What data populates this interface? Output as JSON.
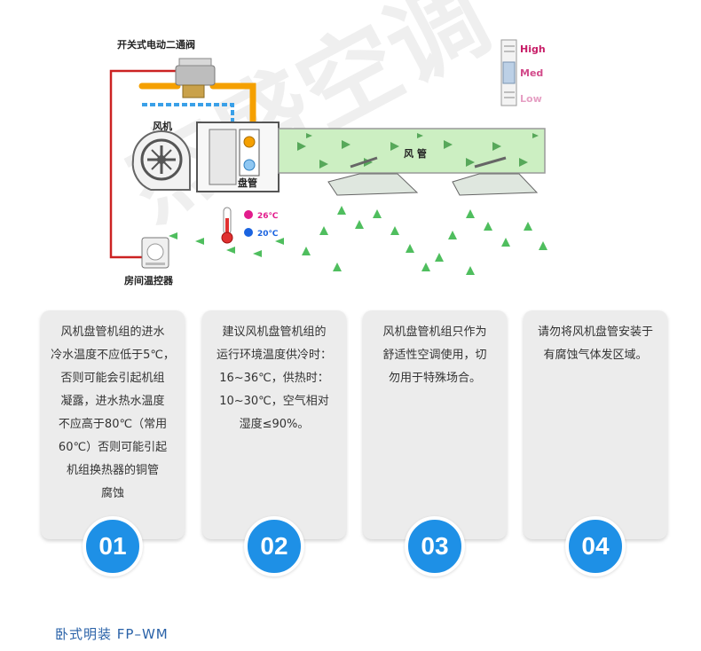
{
  "diagram": {
    "valve_label": "开关式电动二通阀",
    "fan_label": "风机",
    "coil_label": "盘管",
    "duct_label": "风 管",
    "thermostat_label": "房间温控器",
    "speed_levels": [
      "High",
      "Med",
      "Low"
    ],
    "temps": {
      "hot": "26℃",
      "cold": "20℃"
    },
    "watermark": "杰盛空调",
    "colors": {
      "hot_pipe": "#f5a000",
      "cold_pipe": "#3aa0e8",
      "red_wire": "#cc2222",
      "duct": "#ccefc2",
      "hot_dot": "#e21c8c",
      "cold_dot": "#1a63e0"
    }
  },
  "cards": [
    {
      "text": "风机盘管机组的进水\n冷水温度不应低于5℃，\n否则可能会引起机组\n凝露，进水热水温度\n不应高于80℃（常用\n60℃）否则可能引起\n机组换热器的铜管\n腐蚀",
      "number": "01"
    },
    {
      "text": "建议风机盘管机组的\n运行环境温度供冷时：\n16~36℃，供热时：\n10~30℃，空气相对\n湿度≤90%。",
      "number": "02"
    },
    {
      "text": "风机盘管机组只作为\n舒适性空调使用，切\n勿用于特殊场合。",
      "number": "03"
    },
    {
      "text": "请勿将风机盘管安装于\n有腐蚀气体发区域。",
      "number": "04"
    }
  ],
  "footer": {
    "text": "卧式明装 FP–WM"
  }
}
